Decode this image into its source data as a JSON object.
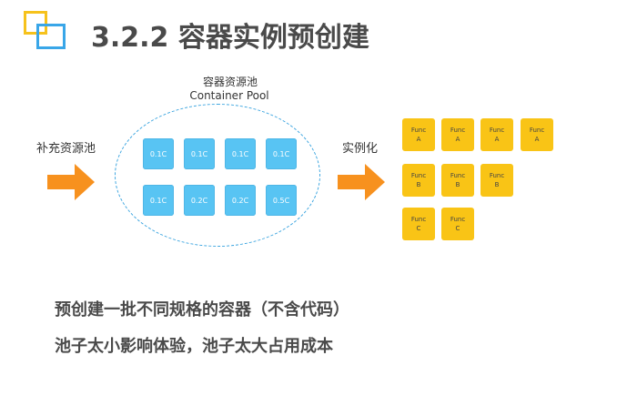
{
  "header": {
    "title": "3.2.2 容器实例预创建"
  },
  "pool": {
    "label_cn": "容器资源池",
    "label_en": "Container Pool",
    "containers": [
      "0.1C",
      "0.1C",
      "0.1C",
      "0.1C",
      "0.1C",
      "0.2C",
      "0.2C",
      "0.5C"
    ]
  },
  "labels": {
    "refill": "补充资源池",
    "instantiate": "实例化"
  },
  "funcs": {
    "word": "Func",
    "rows": [
      [
        "A",
        "A",
        "A",
        "A"
      ],
      [
        "B",
        "B",
        "B"
      ],
      [
        "C",
        "C"
      ]
    ]
  },
  "notes": {
    "line1": "预创建一批不同规格的容器（不含代码）",
    "line2": "池子太小影响体验，池子太大占用成本"
  },
  "colors": {
    "pool_box": "#58c4f3",
    "pool_border": "#3ea6e0",
    "func_box": "#f9c416",
    "arrow": "#f7911e",
    "logo_yellow": "#f6c21c",
    "logo_blue": "#39a6e8"
  }
}
